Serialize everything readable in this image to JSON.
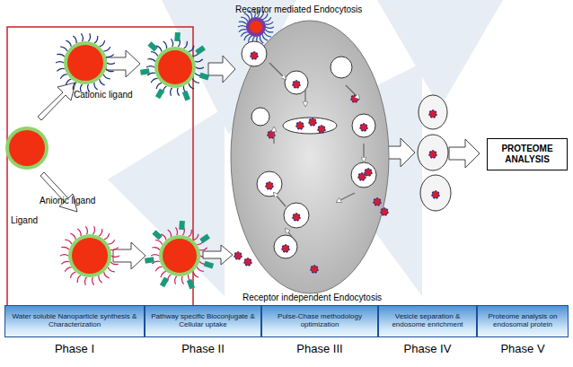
{
  "diagram": {
    "nodes": [
      {
        "text": [
          "PROTEOME ANALYSIS"
        ]
      },
      {
        "text": [
          "Water soluble Nanoparticle synthesis & Characterization",
          "Phase I"
        ]
      },
      {
        "text": [
          "Pathway specific Bioconjugate & Cellular uptake",
          "Phase II"
        ]
      },
      {
        "text": [
          "Pulse-Chase methodology optimization",
          "Phase III"
        ]
      },
      {
        "text": [
          "Vesicle separation & endosome enrichment",
          "Phase IV"
        ]
      },
      {
        "text": [
          "Proteome analysis on endosomal protein",
          "Phase V"
        ]
      }
    ],
    "labels": [
      "Receptor mediated Endocytosis",
      "Cationic ligand",
      "Anionic ligand",
      "Ligand",
      "Receptor independent Endocytosis"
    ]
  }
}
